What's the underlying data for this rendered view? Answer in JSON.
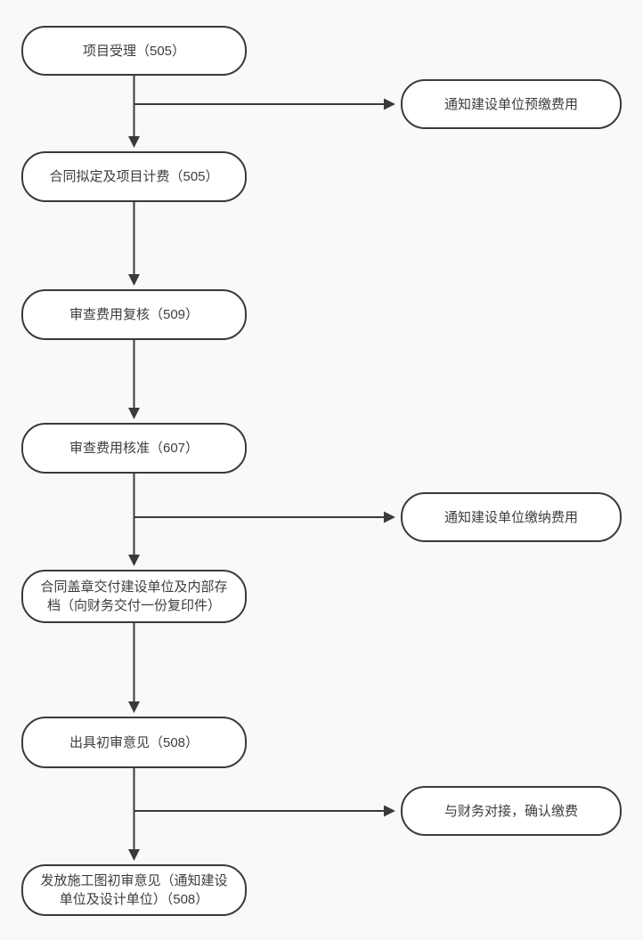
{
  "diagram": {
    "type": "flowchart",
    "colors": {
      "background": "#f9f9f9",
      "node_fill": "#ffffff",
      "stroke": "#3a3a3a",
      "text": "#3d3d3d"
    },
    "main_flow": [
      {
        "step": 1,
        "label": "项目受理（505）"
      },
      {
        "step": 2,
        "label": "合同拟定及项目计费（505）"
      },
      {
        "step": 3,
        "label": "审查费用复核（509）"
      },
      {
        "step": 4,
        "label": "审查费用核准（607）"
      },
      {
        "step": 5,
        "label": "合同盖章交付建设单位及内部存档（向财务交付一份复印件）"
      },
      {
        "step": 6,
        "label": "出具初审意见（508）"
      },
      {
        "step": 7,
        "label": "发放施工图初审意见（通知建设单位及设计单位）（508）"
      }
    ],
    "side_outputs": [
      {
        "branch_from_step": 1,
        "label": "通知建设单位预缴费用"
      },
      {
        "branch_from_step": 4,
        "label": "通知建设单位缴纳费用"
      },
      {
        "branch_from_step": 6,
        "label": "与财务对接，确认缴费"
      }
    ]
  }
}
